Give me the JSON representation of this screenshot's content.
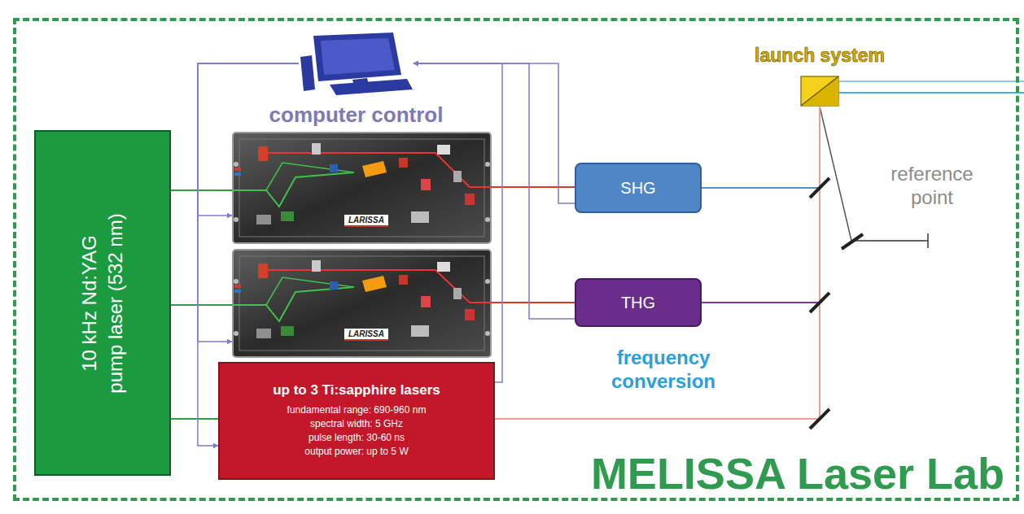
{
  "diagram": {
    "nodes": [
      {
        "text": [
          "MELISSA Laser Lab"
        ]
      },
      {
        "text": [
          "computer control"
        ],
        "in": 0
      },
      {
        "text": [
          "launch system"
        ],
        "in": 0
      },
      {
        "text": [
          "10 kHz Nd:YAG pump laser (532 nm)"
        ],
        "in": 0
      },
      {
        "text": [
          "LARISSA"
        ],
        "in": 0
      },
      {
        "text": [
          "SHG"
        ],
        "in": 0
      },
      {
        "text": [
          "LARISSA"
        ],
        "in": 0
      },
      {
        "text": [
          "THG"
        ],
        "in": 0
      },
      {
        "text": [
          "up to 3 Ti:sapphire lasers",
          "fundamental range: 690-960 nm",
          "spectral width: 5 GHz",
          "pulse length: 30-60 ns",
          "output power: up to 5 W"
        ],
        "in": 0
      }
    ],
    "edges": [
      {
        "from": 3,
        "to": 4,
        "arrow": "none"
      },
      {
        "from": 3,
        "to": 6,
        "arrow": "none"
      },
      {
        "from": 3,
        "to": 8,
        "arrow": "none"
      },
      {
        "from": 4,
        "to": 5,
        "arrow": "none"
      },
      {
        "from": 6,
        "to": 7,
        "arrow": "none"
      },
      {
        "from": 5,
        "to": 2,
        "arrow": "none"
      },
      {
        "from": 7,
        "to": 2,
        "arrow": "none"
      },
      {
        "from": 8,
        "to": 2,
        "arrow": "none"
      },
      {
        "from": 1,
        "to": 4,
        "arrow": "to"
      },
      {
        "from": 1,
        "to": 6,
        "arrow": "to"
      },
      {
        "from": 1,
        "to": 8,
        "arrow": "to"
      },
      {
        "from": 5,
        "to": 1,
        "arrow": "to"
      },
      {
        "from": 7,
        "to": 1,
        "arrow": "to"
      },
      {
        "from": 8,
        "to": 1,
        "arrow": "to"
      }
    ],
    "labels": [
      "frequency conversion",
      "reference point"
    ]
  }
}
